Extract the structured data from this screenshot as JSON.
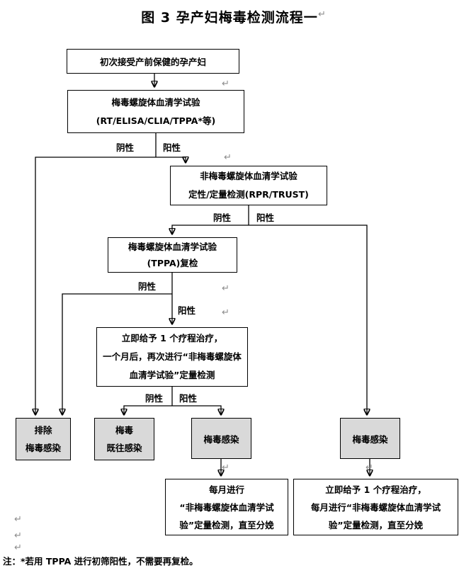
{
  "title": "图 3 孕产妇梅毒检测流程一",
  "return_mark": "↵",
  "labels": {
    "negative": "阴性",
    "positive": "阳性"
  },
  "nodes": {
    "start": {
      "line1": "初次接受产前保健的孕产妇"
    },
    "screening": {
      "line1": "梅毒螺旋体血清学试验",
      "line2": "(RT/ELISA/CLIA/TPPA*等)"
    },
    "nontreponemal": {
      "line1": "非梅毒螺旋体血清学试验",
      "line2": "定性/定量检测(RPR/TRUST)"
    },
    "tppa_recheck": {
      "line1": "梅毒螺旋体血清学试验",
      "line2": "(TPPA)复检"
    },
    "treatment": {
      "line1": "立即给予 1 个疗程治疗，",
      "line2": "一个月后，再次进行“非梅毒螺旋体",
      "line3": "血清学试验”定量检测"
    },
    "exclude": {
      "line1": "排除",
      "line2": "梅毒感染"
    },
    "past_infection": {
      "line1": "梅毒",
      "line2": "既往感染"
    },
    "infection_mid": {
      "line1": "梅毒感染"
    },
    "infection_right": {
      "line1": "梅毒感染"
    },
    "monthly_test": {
      "line1": "每月进行",
      "line2": "“非梅毒螺旋体血清学试",
      "line3": "验”定量检测，直至分娩"
    },
    "treatment_monthly": {
      "line1": "立即给予 1 个疗程治疗，",
      "line2": "每月进行“非梅毒螺旋体血清学试",
      "line3": "验”定量检测，直至分娩"
    }
  },
  "note": "注：*若用 TPPA 进行初筛阳性，不需要再复检。",
  "colors": {
    "node_fill": "#ffffff",
    "result_fill": "#d9d9d9",
    "line": "#000000",
    "mark_gray": "#8c8c8c"
  }
}
